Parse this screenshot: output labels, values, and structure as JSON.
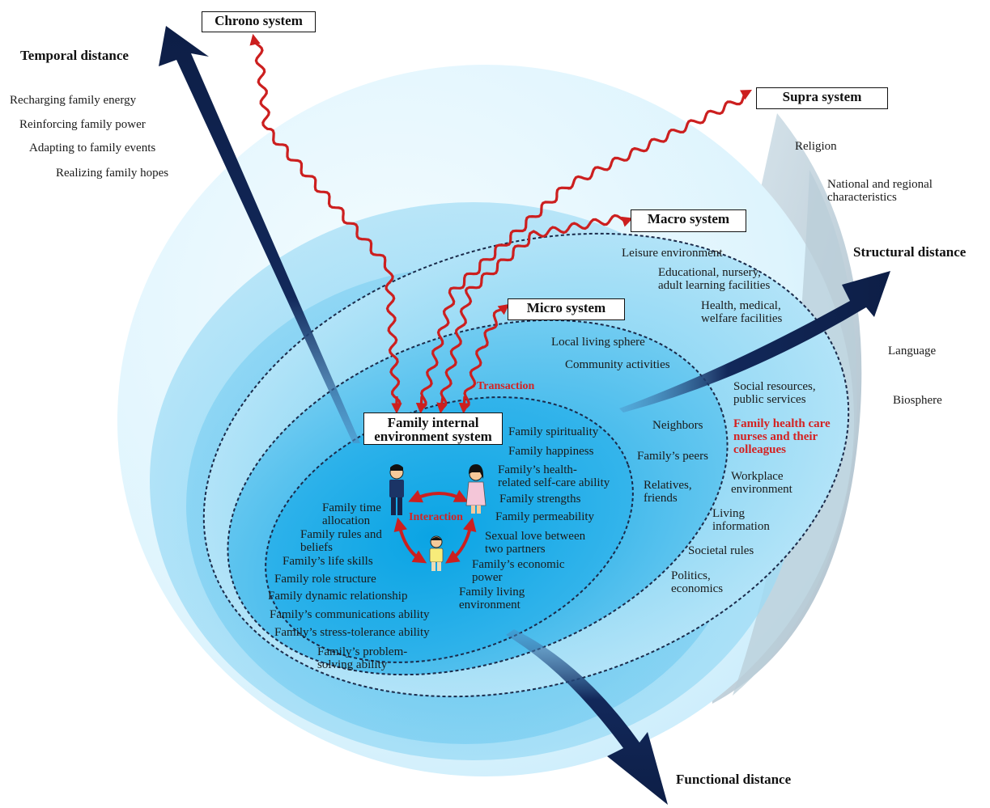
{
  "colors": {
    "outer_sphere": "#dff5fd",
    "deep_blue": "#0a4d8c",
    "arrow_navy": "#0f2350",
    "transaction_red": "#cc1f1f",
    "highlight_text_red": "#d42222"
  },
  "axes": {
    "temporal": "Temporal distance",
    "structural": "Structural distance",
    "functional": "Functional distance"
  },
  "systems": {
    "chrono": "Chrono system",
    "supra": "Supra system",
    "macro": "Macro system",
    "micro": "Micro system",
    "family_internal": "Family internal\nenvironment system"
  },
  "labels": {
    "transaction": "Transaction",
    "interaction": "Interaction"
  },
  "chrono_items": [
    "Recharging family energy",
    "Reinforcing family power",
    "Adapting to family events",
    "Realizing family hopes"
  ],
  "supra_items": {
    "religion": "Religion",
    "national": "National and regional\ncharacteristics",
    "language": "Language",
    "biosphere": "Biosphere"
  },
  "macro_items": {
    "leisure": "Leisure environment",
    "educational": "Educational, nursery,\nadult learning facilities",
    "health": "Health, medical,\nwelfare facilities",
    "social": "Social resources,\npublic services",
    "nurses": "Family health care\nnurses and their\ncolleagues",
    "workplace": "Workplace\nenvironment",
    "living_info": "Living\ninformation",
    "societal": "Societal rules",
    "politics": "Politics,\neconomics"
  },
  "micro_items": {
    "local": "Local living sphere",
    "community": "Community activities",
    "neighbors": "Neighbors",
    "peers": "Family’s peers",
    "relatives": "Relatives,\nfriends"
  },
  "family_right": [
    "Family spirituality",
    "Family happiness",
    "Family’s health-\nrelated self-care ability",
    "Family strengths",
    "Family permeability",
    "Sexual love between\ntwo partners",
    "Family’s economic\npower",
    "Family living\nenvironment"
  ],
  "family_left": [
    "Family time\nallocation",
    "Family rules and\nbeliefs",
    "Family’s life skills",
    "Family role structure",
    "Family dynamic relationship",
    "Family’s communications ability",
    "Family’s stress-tolerance ability",
    "Family’s problem-\nsolving ability"
  ]
}
